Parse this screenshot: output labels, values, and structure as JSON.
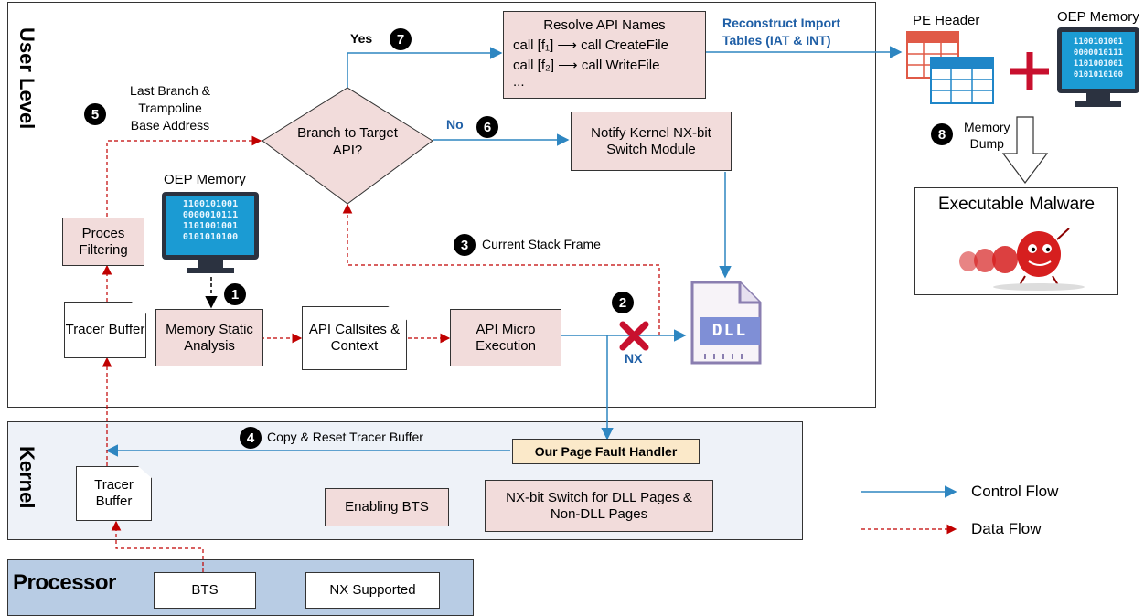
{
  "regions": {
    "user_level": "User Level",
    "kernel": "Kernel",
    "processor": "Processor"
  },
  "nodes": {
    "resolve_title": "Resolve API Names",
    "resolve_line1": "call [f₁] ⟶ call CreateFile",
    "resolve_line2": "call [f₂] ⟶ call WriteFile",
    "resolve_line3": "...",
    "reconstruct": "Reconstruct Import Tables (IAT & INT)",
    "pe_header": "PE Header",
    "oep_memory_top": "OEP Memory",
    "branch": "Branch to Target API?",
    "notify": "Notify Kernel NX-bit Switch Module",
    "oep_memory_left": "OEP Memory",
    "proces_filtering": "Proces Filtering",
    "tracer_buffer_user": "Tracer Buffer",
    "memory_static": "Memory Static Analysis",
    "api_callsites": "API Callsites & Context",
    "api_micro": "API Micro Execution",
    "dll_icon_text": "DLL",
    "executable_malware": "Executable Malware",
    "page_fault": "Our Page Fault Handler",
    "tracer_buffer_kernel": "Tracer Buffer",
    "enabling_bts": "Enabling BTS",
    "nx_switch": "NX-bit Switch for DLL Pages & Non-DLL Pages",
    "bts": "BTS",
    "nx_supported": "NX Supported",
    "binary_lines": [
      "1100101001",
      "0000010111",
      "1101001001",
      "0101010100"
    ]
  },
  "labels": {
    "yes": "Yes",
    "no": "No",
    "last_branch": "Last Branch &\nTrampoline\nBase Address",
    "current_stack": "Current Stack Frame",
    "copy_reset": "Copy & Reset Tracer Buffer",
    "nx": "NX",
    "memory_dump": "Memory\nDump",
    "control_flow": "Control Flow",
    "data_flow": "Data Flow"
  },
  "steps": [
    "1",
    "2",
    "3",
    "4",
    "5",
    "6",
    "7",
    "8"
  ],
  "colors": {
    "control_flow": "#2e86c1",
    "data_flow": "#c00000",
    "pink": "#f2dcdb",
    "kernel_bg": "#eef2f8",
    "processor_bg": "#b8cce4",
    "blue_text": "#1f5fa6"
  }
}
